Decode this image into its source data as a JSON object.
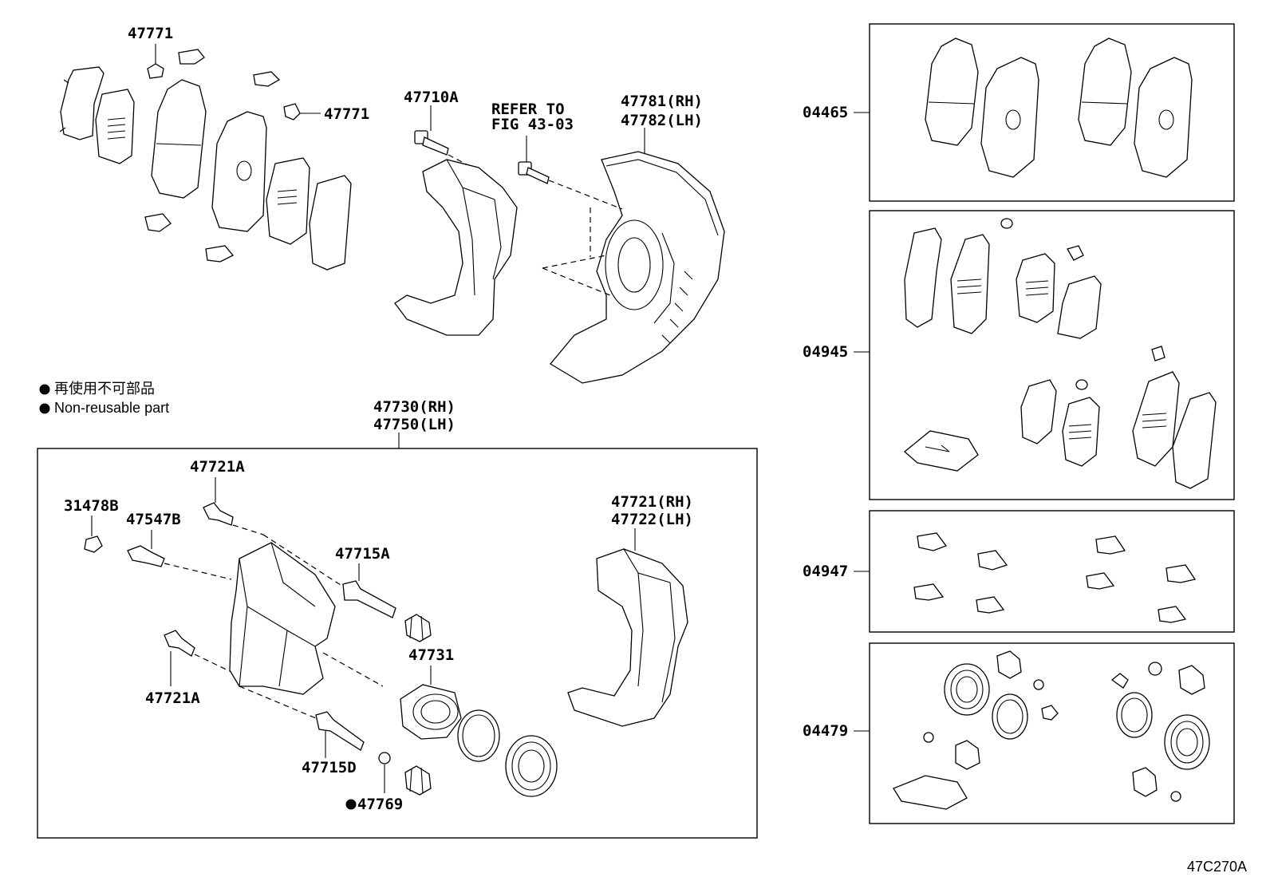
{
  "legend": {
    "line_jp": "再使用不可部品",
    "line_en": "Non-reusable part"
  },
  "parts": {
    "p47771_top": "47771",
    "p47771_right": "47771",
    "p47710A": "47710A",
    "refer_line1": "REFER TO",
    "refer_line2": "FIG 43-03",
    "p47781": "47781(RH)",
    "p47782": "47782(LH)",
    "p47730": "47730(RH)",
    "p47750": "47750(LH)",
    "p47721A_top": "47721A",
    "p31478B": "31478B",
    "p47547B": "47547B",
    "p47715A": "47715A",
    "p47721": "47721(RH)",
    "p47722": "47722(LH)",
    "p47731": "47731",
    "p47721A_bottom": "47721A",
    "p47715D": "47715D",
    "p47769": "47769"
  },
  "kits": {
    "k04465": "04465",
    "k04945": "04945",
    "k04947": "04947",
    "k04479": "04479"
  },
  "figure_code": "47C270A"
}
